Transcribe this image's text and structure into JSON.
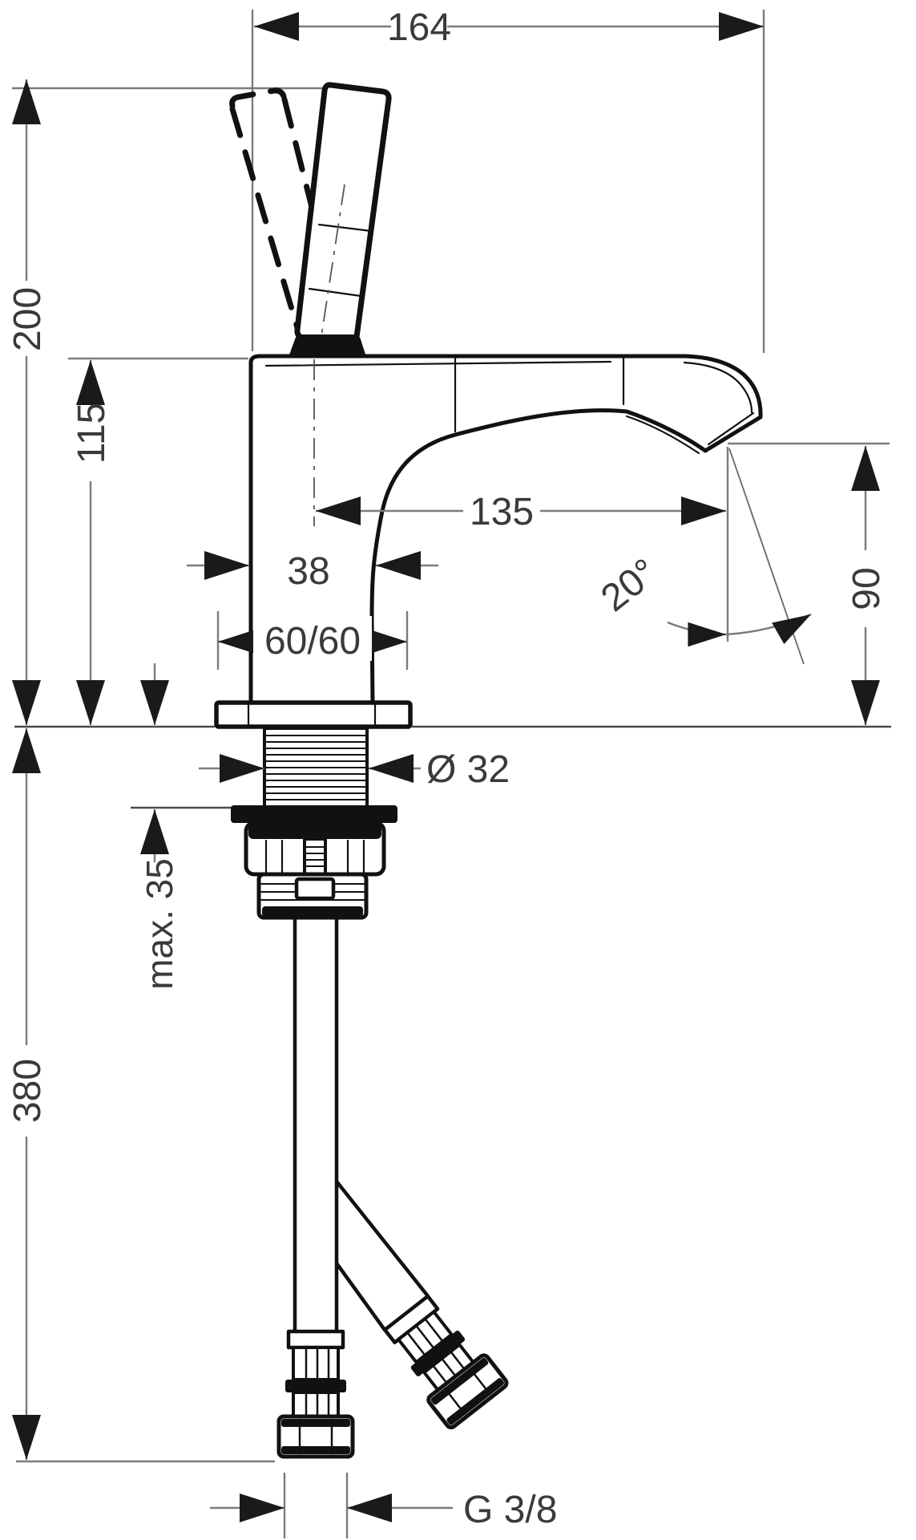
{
  "drawing": {
    "kind": "technical-dimension-drawing",
    "units": "mm",
    "colors": {
      "background": "#ffffff",
      "object_line": "#111111",
      "dimension_line": "#7b7b7b",
      "reference_line": "#4a4a4a",
      "text": "#3a3a3a"
    },
    "dimensions": {
      "overall_width": "164",
      "height_total": "200",
      "height_body": "115",
      "spout_reach": "135",
      "body_depth": "38",
      "base_plate": "60/60",
      "spout_angle": "20°",
      "outlet_height": "90",
      "shank_diameter": "Ø 32",
      "max_counter_thickness": "max. 35",
      "hose_length": "380",
      "connection_thread": "G 3/8"
    }
  }
}
